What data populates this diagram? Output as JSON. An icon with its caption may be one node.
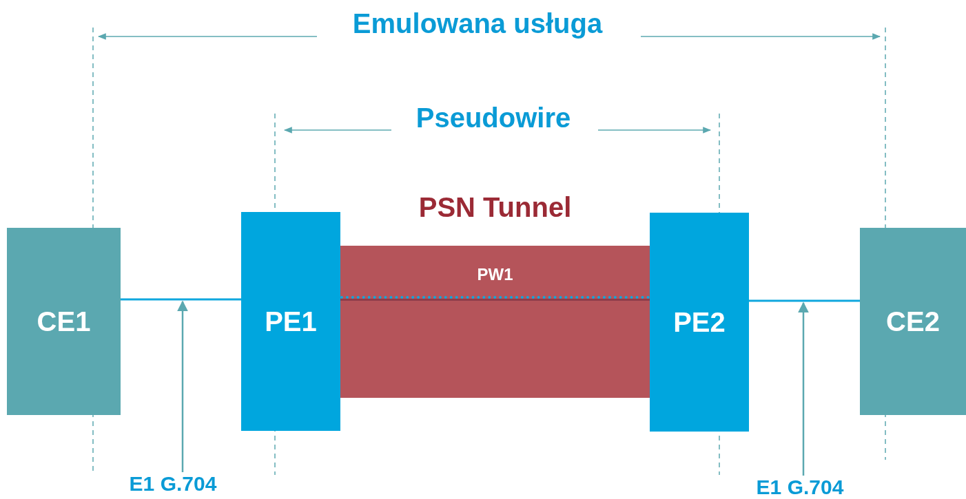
{
  "diagram": {
    "nodes": [
      {
        "text": [
          "CE1"
        ]
      },
      {
        "text": [
          "PE1"
        ]
      },
      {
        "text": [
          "PSN Tunnel"
        ]
      },
      {
        "text": [
          "PE2"
        ]
      },
      {
        "text": [
          "CE2"
        ]
      },
      {
        "text": [
          "E1 G.704"
        ]
      },
      {
        "text": [
          "E1 G.704"
        ]
      },
      {
        "text": [
          "PW1"
        ],
        "in": 2
      }
    ],
    "edges": [
      {
        "from": 0,
        "to": 1,
        "arrow": "none"
      },
      {
        "from": 3,
        "to": 4,
        "arrow": "none"
      },
      {
        "from": 5,
        "to": null,
        "arrow": "to",
        "color": "#5ba8b0"
      },
      {
        "from": 6,
        "to": null,
        "arrow": "to",
        "color": "#5ba8b0"
      }
    ],
    "labels": [
      "Emulowana usługa",
      "Pseudowire"
    ]
  }
}
